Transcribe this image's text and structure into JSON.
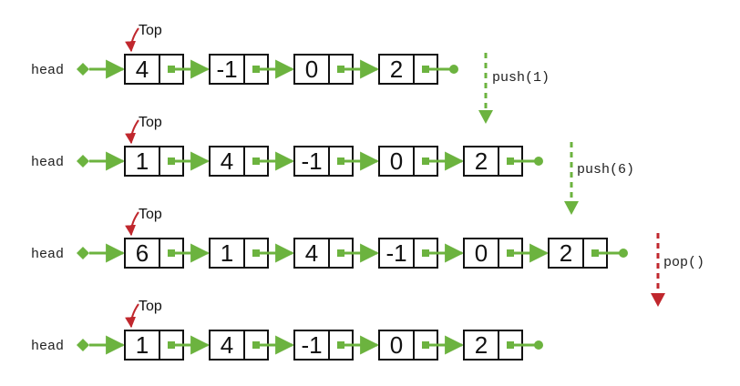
{
  "head_label": "head",
  "top_label": "Top",
  "colors": {
    "link": "#6cb33f",
    "push_arrow": "#6cb33f",
    "pop_arrow": "#c0272d",
    "top_pointer": "#c0272d",
    "node_border": "#111111"
  },
  "icons": {
    "head_marker": "green-diamond-icon",
    "link_end": "green-circle-icon",
    "pointer_cell": "green-square-icon"
  },
  "rows": [
    {
      "values": [
        "4",
        "-1",
        "0",
        "2"
      ]
    },
    {
      "values": [
        "1",
        "4",
        "-1",
        "0",
        "2"
      ]
    },
    {
      "values": [
        "6",
        "1",
        "4",
        "-1",
        "0",
        "2"
      ]
    },
    {
      "values": [
        "1",
        "4",
        "-1",
        "0",
        "2"
      ]
    }
  ],
  "operations": [
    {
      "label": "push(1)",
      "kind": "push",
      "color": "#6cb33f"
    },
    {
      "label": "push(6)",
      "kind": "push",
      "color": "#6cb33f"
    },
    {
      "label": "pop()",
      "kind": "pop",
      "color": "#c0272d"
    }
  ]
}
